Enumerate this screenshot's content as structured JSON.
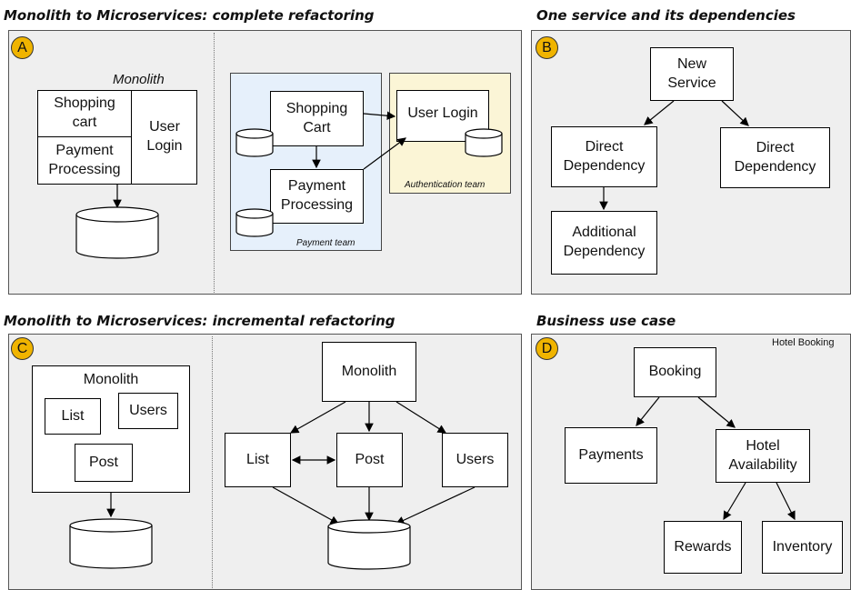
{
  "titles": {
    "a": "Monolith to Microservices: complete refactoring",
    "b": "One service and its dependencies",
    "c": "Monolith to Microservices:  incremental refactoring",
    "d": "Business use case"
  },
  "badges": {
    "a": "A",
    "b": "B",
    "c": "C",
    "d": "D"
  },
  "panel_a": {
    "monolith_caption": "Monolith",
    "shopping_cart": "Shopping\ncart",
    "user_login": "User\nLogin",
    "payment_processing": "Payment\nProcessing",
    "ms_shopping_cart": "Shopping\nCart",
    "ms_payment_processing": "Payment\nProcessing",
    "ms_user_login": "User Login",
    "payment_team": "Payment team",
    "authentication_team": "Authentication team",
    "colors": {
      "payment_team_bg": "#e6f0fb",
      "auth_team_bg": "#fbf5d6"
    }
  },
  "panel_b": {
    "new_service": "New\nService",
    "direct_dependency_left": "Direct\nDependency",
    "direct_dependency_right": "Direct\nDependency",
    "additional_dependency": "Additional\nDependency"
  },
  "panel_c": {
    "monolith_caption": "Monolith",
    "list": "List",
    "users": "Users",
    "post": "Post",
    "r_monolith": "Monolith",
    "r_list": "List",
    "r_post": "Post",
    "r_users": "Users"
  },
  "panel_d": {
    "hotel_booking": "Hotel Booking",
    "booking": "Booking",
    "payments": "Payments",
    "hotel_availability": "Hotel\nAvailability",
    "rewards": "Rewards",
    "inventory": "Inventory"
  }
}
